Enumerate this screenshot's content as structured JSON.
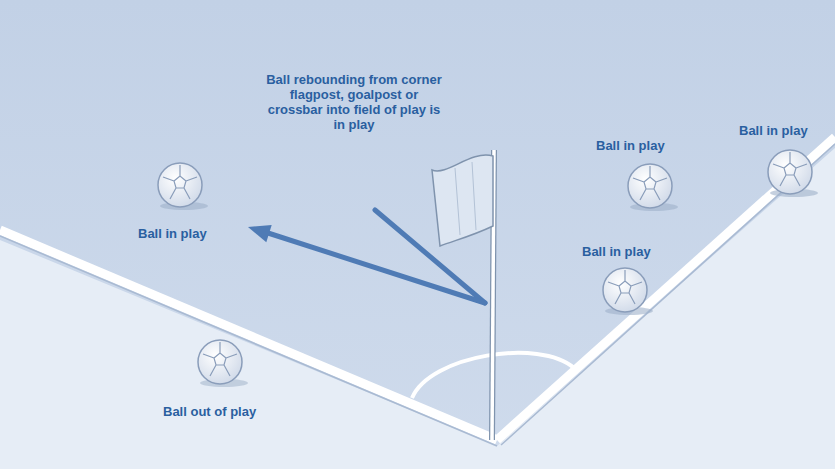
{
  "diagram": {
    "labels": [
      "Ball rebounding from corner flagpost, goalpost or crossbar into field of play is in play",
      "Ball in play",
      "Ball out of play",
      "Ball in play",
      "Ball in play",
      "Ball in play"
    ]
  }
}
